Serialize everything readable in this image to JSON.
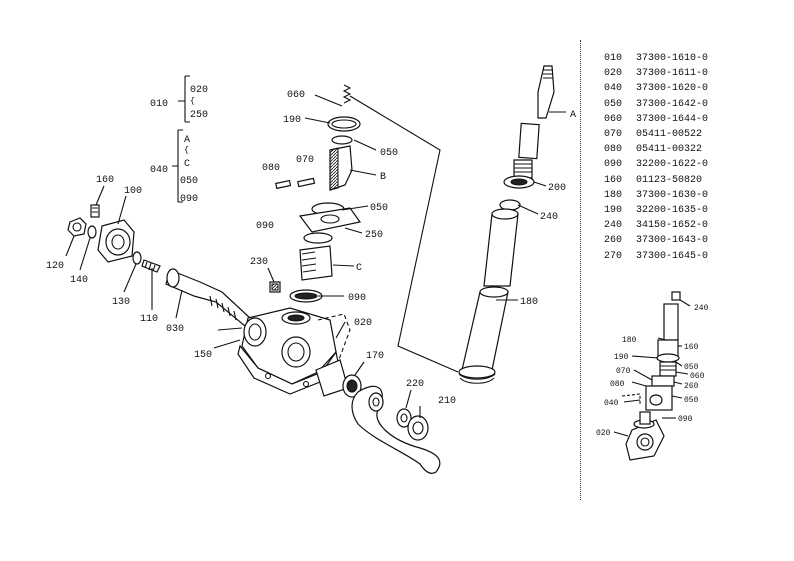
{
  "parts_list": [
    {
      "code": "010",
      "number": "37300-1610-0"
    },
    {
      "code": "020",
      "number": "37300-1611-0"
    },
    {
      "code": "040",
      "number": "37300-1620-0"
    },
    {
      "code": "050",
      "number": "37300-1642-0"
    },
    {
      "code": "060",
      "number": "37300-1644-0"
    },
    {
      "code": "070",
      "number": "05411-00522"
    },
    {
      "code": "080",
      "number": "05411-00322"
    },
    {
      "code": "090",
      "number": "32200-1622-0"
    },
    {
      "code": "160",
      "number": "01123-50820"
    },
    {
      "code": "180",
      "number": "37300-1630-0"
    },
    {
      "code": "190",
      "number": "32200-1635-0"
    },
    {
      "code": "240",
      "number": "34150-1652-0"
    },
    {
      "code": "260",
      "number": "37300-1643-0"
    },
    {
      "code": "270",
      "number": "37300-1645-0"
    }
  ],
  "group_010": {
    "code": "010",
    "members": [
      "020",
      "250"
    ]
  },
  "group_040": {
    "code": "040",
    "members": [
      "A",
      "C",
      "050",
      "090"
    ]
  },
  "callouts": {
    "c060": "060",
    "c190": "190",
    "c050a": "050",
    "cB": "B",
    "c080": "080",
    "c070": "070",
    "c050b": "050",
    "c090a": "090",
    "c250": "250",
    "cC": "C",
    "c230": "230",
    "c090b": "090",
    "c020": "020",
    "c160": "160",
    "c100": "100",
    "c120": "120",
    "c140": "140",
    "c130": "130",
    "c110": "110",
    "c030": "030",
    "c150": "150",
    "c170": "170",
    "c220": "220",
    "c210": "210",
    "cA": "A",
    "c200": "200",
    "c240": "240",
    "c180": "180"
  },
  "inset_callouts": {
    "i240": "240",
    "i180": "180",
    "i160": "160",
    "i190": "190",
    "i050a": "050",
    "i060": "060",
    "i070": "070",
    "i080": "080",
    "i260": "260",
    "i040": "040",
    "i050b": "050",
    "i090": "090",
    "i020": "020"
  }
}
